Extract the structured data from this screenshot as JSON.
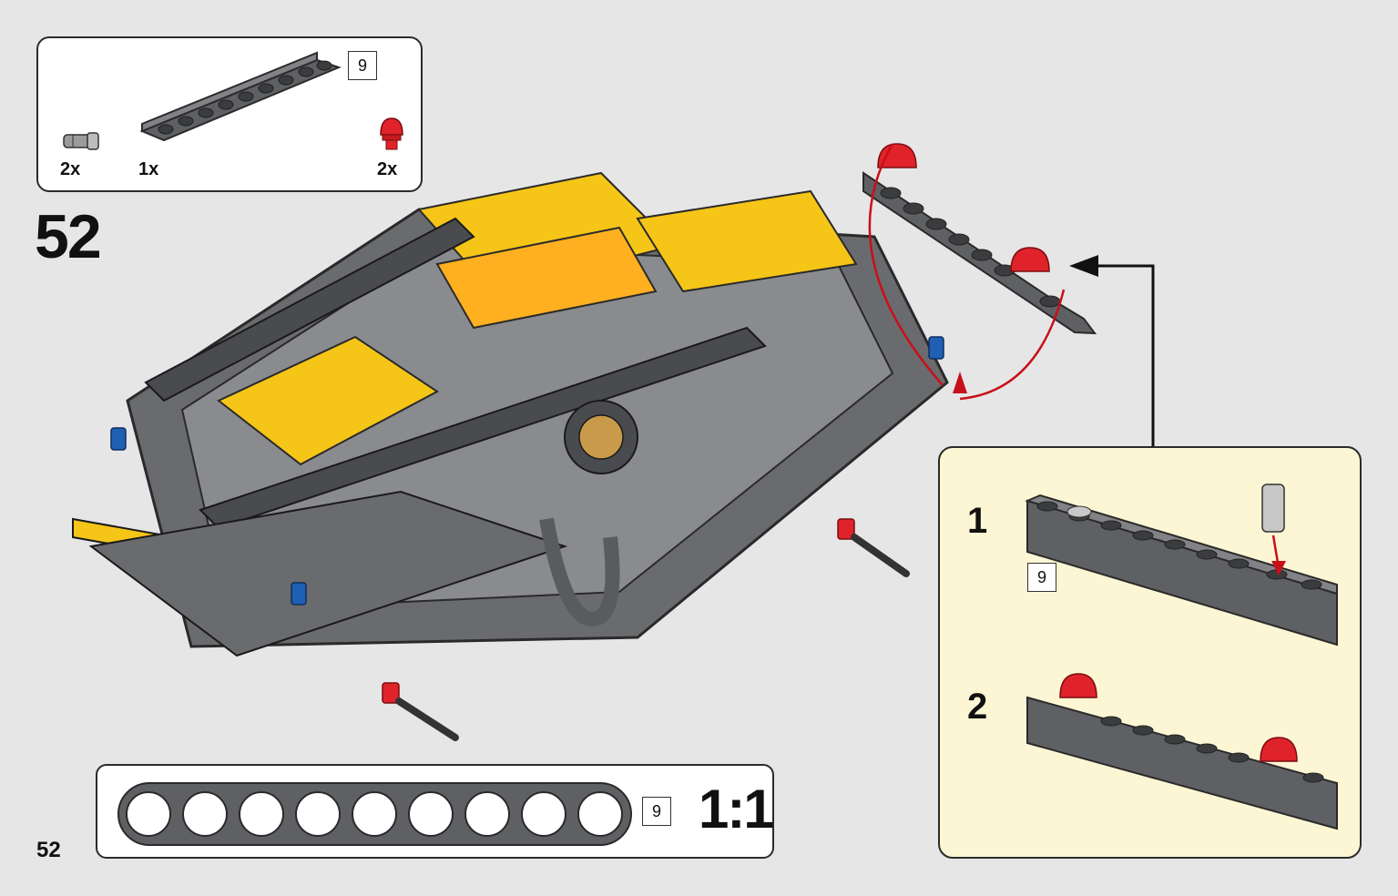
{
  "parts_list": {
    "items": [
      {
        "icon": "axle-pin-connector-icon",
        "qty": "2x"
      },
      {
        "icon": "technic-beam-9-icon",
        "qty": "1x",
        "length_badge": "9"
      },
      {
        "icon": "red-light-cap-icon",
        "qty": "2x"
      }
    ]
  },
  "step": {
    "number": "52"
  },
  "page": {
    "number": "52"
  },
  "scale_callout": {
    "length_badge": "9",
    "label": "1:1"
  },
  "sub_assembly": {
    "steps": [
      {
        "number": "1",
        "length_badge": "9"
      },
      {
        "number": "2"
      }
    ]
  },
  "colors": {
    "beam_gray": "#5f6063",
    "yellow": "#f5c518",
    "red": "#e0232a",
    "blue": "#1f5fb4",
    "callout_bg": "#fdf6d4"
  }
}
